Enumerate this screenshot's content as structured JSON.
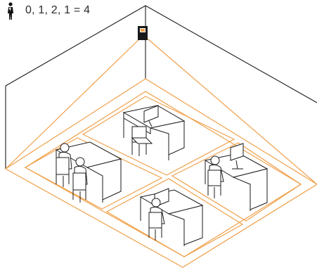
{
  "header": {
    "count_text": "0, 1, 2, 1 = 4",
    "icon": "person-icon"
  },
  "colors": {
    "line": "#1a1a1a",
    "zone": "#f0a04a"
  },
  "zones": [
    {
      "name": "zone-back",
      "people": 0
    },
    {
      "name": "zone-left",
      "people": 2
    },
    {
      "name": "zone-front",
      "people": 1
    },
    {
      "name": "zone-right",
      "people": 1
    }
  ],
  "sensor": {
    "icon": "ceiling-sensor-icon"
  }
}
